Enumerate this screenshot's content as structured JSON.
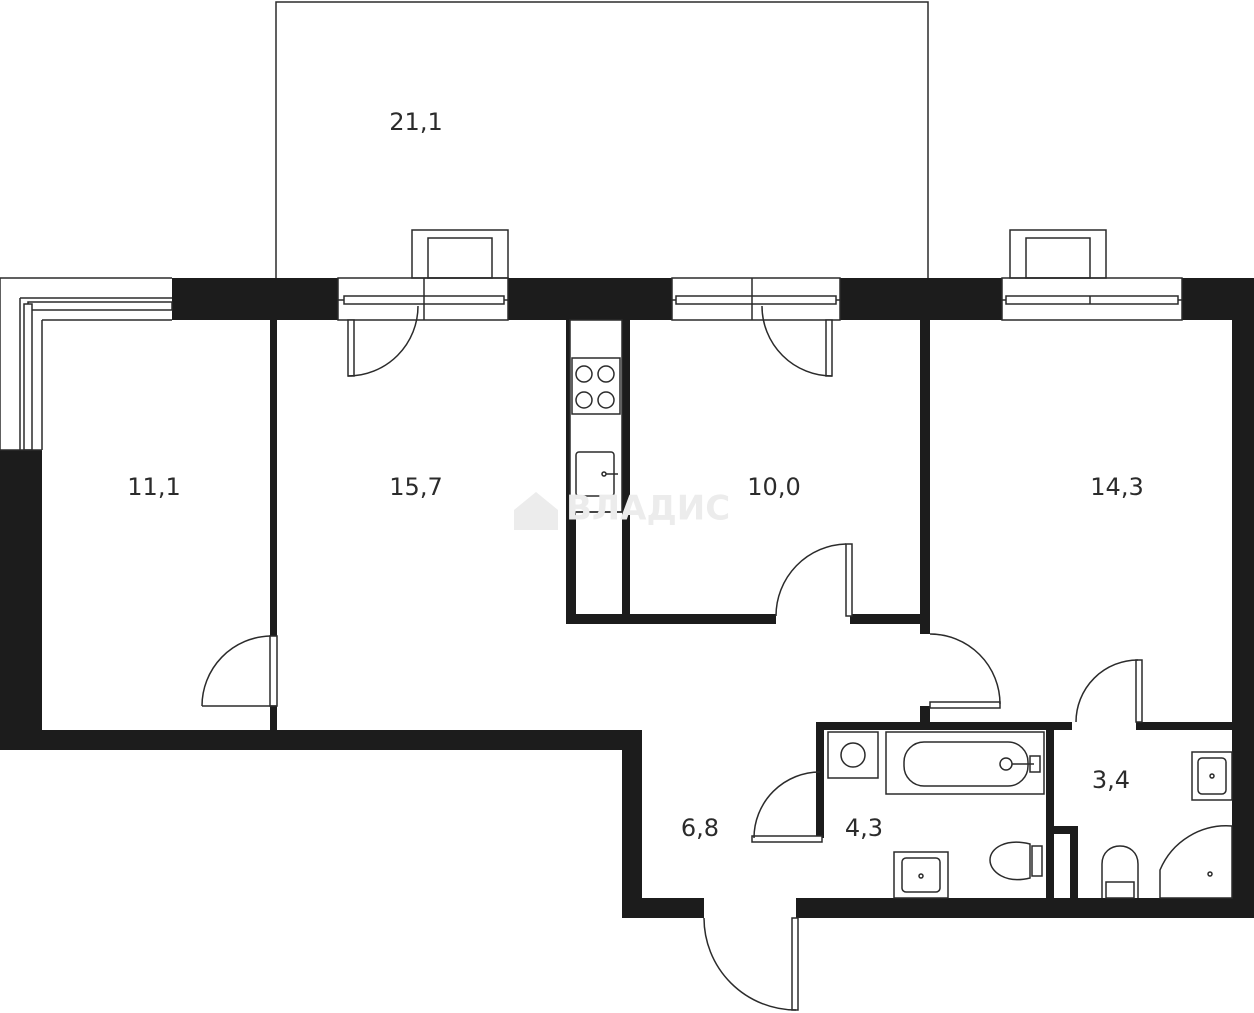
{
  "rooms": [
    {
      "id": "balcony",
      "area": "21,1"
    },
    {
      "id": "bedroom-left",
      "area": "11,1"
    },
    {
      "id": "living-kitchen",
      "area": "15,7"
    },
    {
      "id": "bedroom-center",
      "area": "10,0"
    },
    {
      "id": "bedroom-right",
      "area": "14,3"
    },
    {
      "id": "hall",
      "area": "6,8"
    },
    {
      "id": "bathroom",
      "area": "4,3"
    },
    {
      "id": "toilet",
      "area": "3,4"
    }
  ],
  "watermark": {
    "text": "ВЛАДИС"
  },
  "colors": {
    "wall": "#1c1c1c",
    "thin_line": "#2b2b2b",
    "watermark": "#ececec"
  }
}
